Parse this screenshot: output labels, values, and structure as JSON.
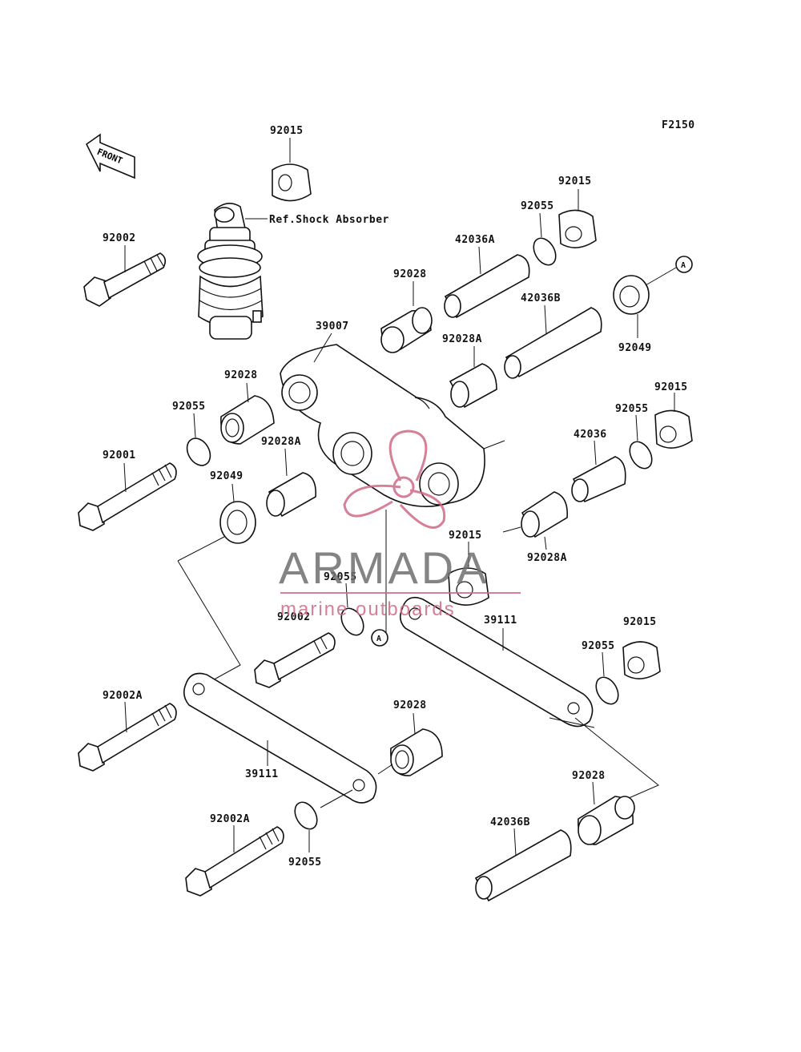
{
  "figure_code": "F2150",
  "front_label": "FRONT",
  "ref_text": "Ref.Shock Absorber",
  "watermark": {
    "brand": "ARMADA",
    "tagline": "marine outboards",
    "brand_color": "#6f6f6f",
    "accent_color": "#d06a86"
  },
  "ref_marker": "A",
  "labels": {
    "p92015_top": "92015",
    "p92002_top": "92002",
    "p92015_r1": "92015",
    "p92055_r1": "92055",
    "p42036A": "42036A",
    "p92028_mid": "92028",
    "p42036B_top": "42036B",
    "p92049_r": "92049",
    "p39007": "39007",
    "p92028A_mid": "92028A",
    "p92028_left": "92028",
    "p92055_left": "92055",
    "p92015_r2": "92015",
    "p92055_r2": "92055",
    "p42036": "42036",
    "p92001": "92001",
    "p92028A_left": "92028A",
    "p92049_left": "92049",
    "p92015_c": "92015",
    "p92028A_r": "92028A",
    "p92055_c": "92055",
    "p92002_c": "92002",
    "p39111_r": "39111",
    "p92015_r3": "92015",
    "p92055_r3": "92055",
    "p92002A_l": "92002A",
    "p92028_low": "92028",
    "p39111_l": "39111",
    "p92028_lr": "92028",
    "p92002A_b": "92002A",
    "p42036B_b": "42036B",
    "p92055_b": "92055"
  }
}
